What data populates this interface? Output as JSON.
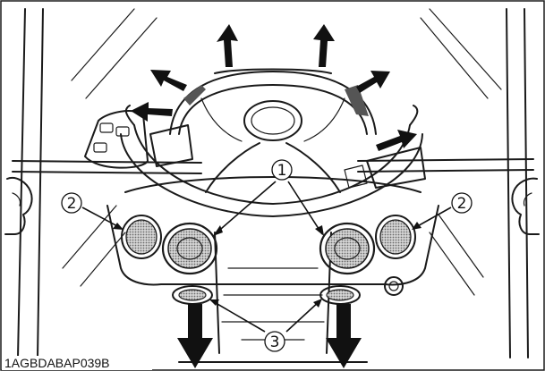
{
  "callouts": {
    "one": "1",
    "two": "2",
    "three": "3"
  },
  "figure_code": "1AGBDABAP039B",
  "colors": {
    "line": "#1a1a1a",
    "vent_fill": "#bdbdbd",
    "background": "#ffffff"
  }
}
